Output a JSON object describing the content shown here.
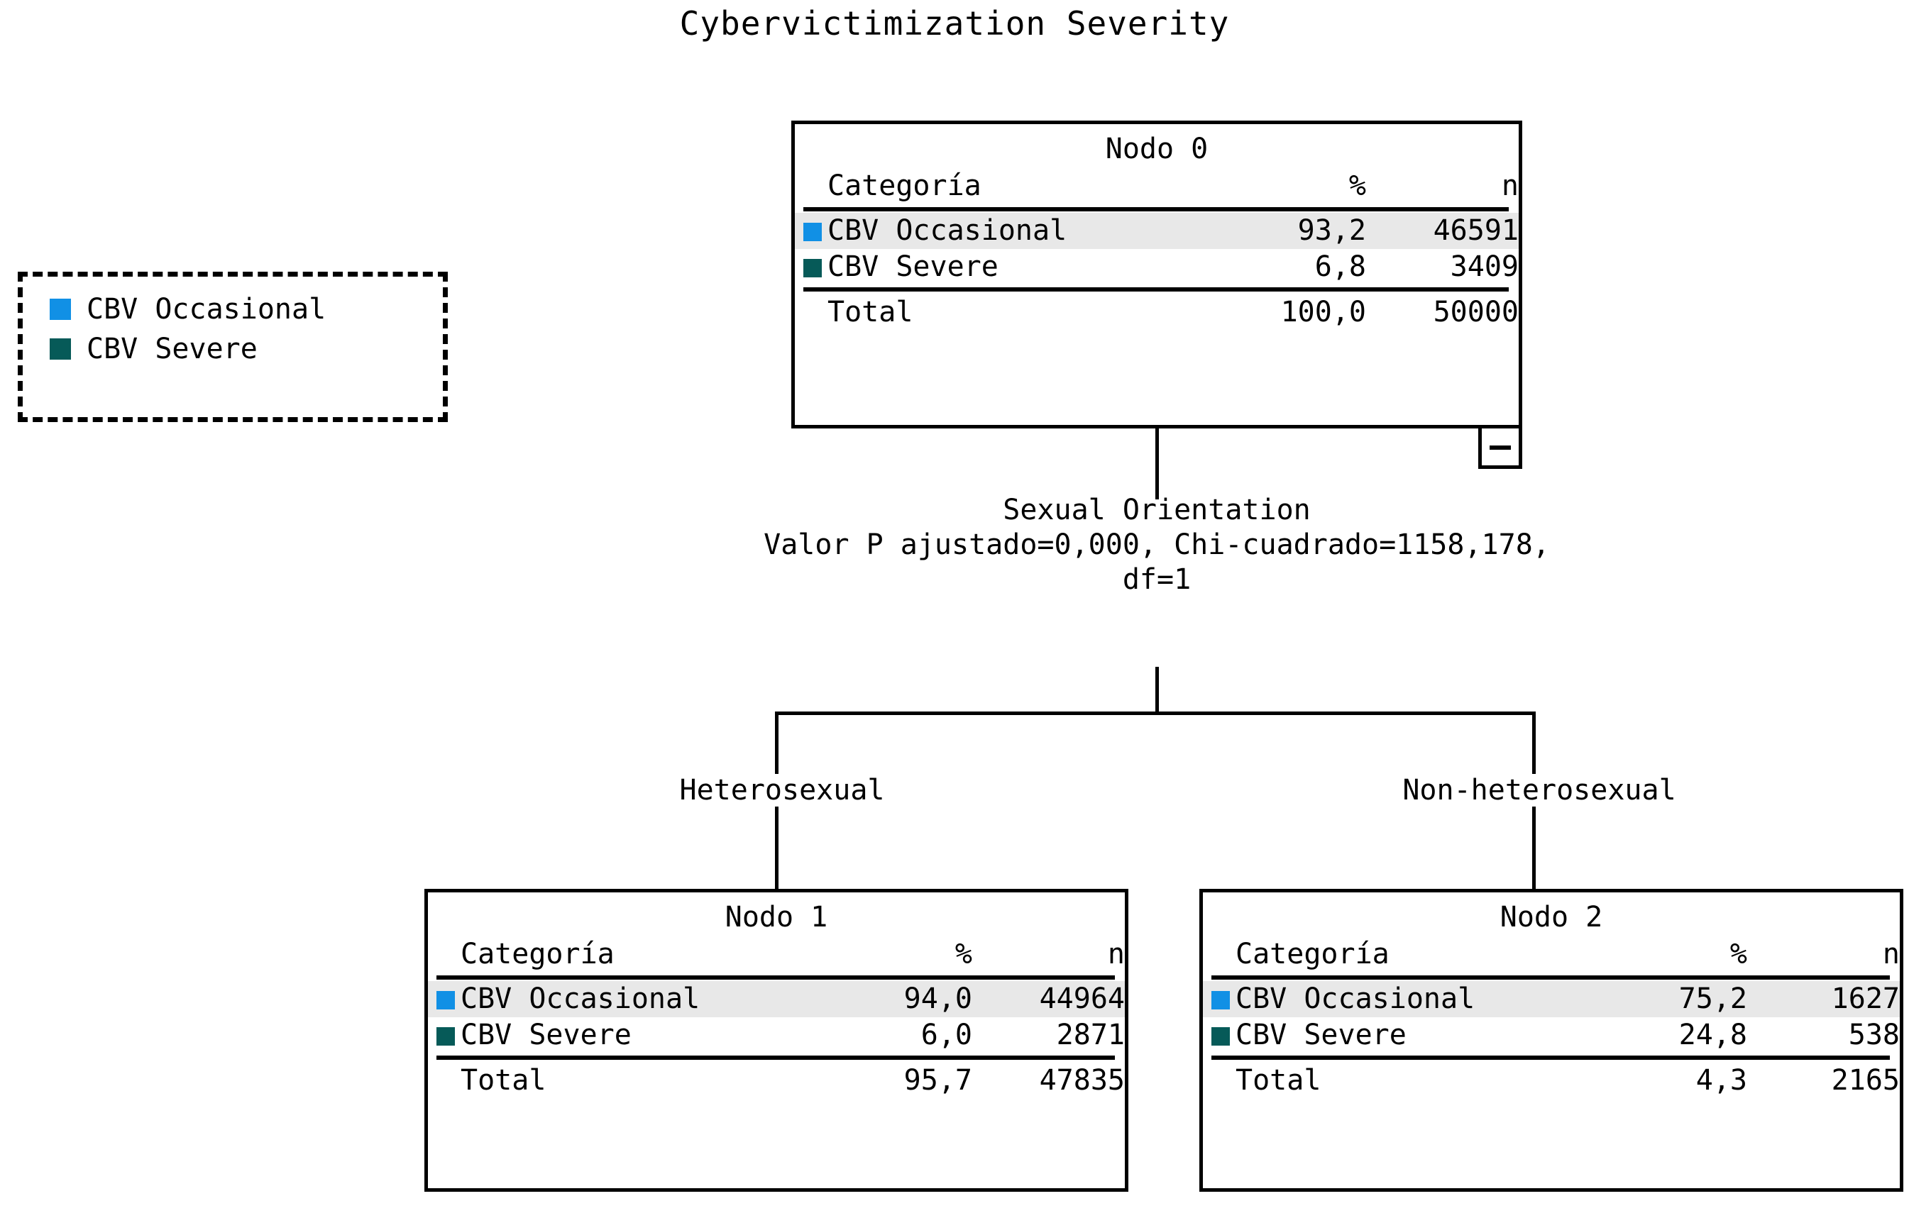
{
  "title": "Cybervictimization Severity",
  "colors": {
    "occasional": "#1190e5",
    "severe": "#065a58",
    "highlight_row": "#e8e8e8",
    "border": "#000000",
    "background": "#ffffff"
  },
  "legend": {
    "items": [
      {
        "label": "CBV Occasional",
        "color": "#1190e5"
      },
      {
        "label": "CBV Severe",
        "color": "#065a58"
      }
    ]
  },
  "table_headers": {
    "category": "Categoría",
    "percent": "%",
    "count": "n"
  },
  "total_label": "Total",
  "collapse_button": {
    "glyph": "−",
    "state": "expanded"
  },
  "split": {
    "variable": "Sexual Orientation",
    "stats_line": "Valor P ajustado=0,000, Chi-cuadrado=1158,178,",
    "df_line": "df=1"
  },
  "branches": [
    {
      "label": "Heterosexual"
    },
    {
      "label": "Non-heterosexual"
    }
  ],
  "nodes": {
    "root": {
      "title": "Nodo 0",
      "rows": [
        {
          "category": "CBV Occasional",
          "percent": "93,2",
          "n": "46591",
          "color": "#1190e5",
          "highlight": true
        },
        {
          "category": "CBV Severe",
          "percent": "6,8",
          "n": "3409",
          "color": "#065a58",
          "highlight": false
        }
      ],
      "total": {
        "label": "Total",
        "percent": "100,0",
        "n": "50000"
      }
    },
    "left": {
      "title": "Nodo 1",
      "rows": [
        {
          "category": "CBV Occasional",
          "percent": "94,0",
          "n": "44964",
          "color": "#1190e5",
          "highlight": true
        },
        {
          "category": "CBV Severe",
          "percent": "6,0",
          "n": "2871",
          "color": "#065a58",
          "highlight": false
        }
      ],
      "total": {
        "label": "Total",
        "percent": "95,7",
        "n": "47835"
      }
    },
    "right": {
      "title": "Nodo 2",
      "rows": [
        {
          "category": "CBV Occasional",
          "percent": "75,2",
          "n": "1627",
          "color": "#1190e5",
          "highlight": true
        },
        {
          "category": "CBV Severe",
          "percent": "24,8",
          "n": "538",
          "color": "#065a58",
          "highlight": false
        }
      ],
      "total": {
        "label": "Total",
        "percent": "4,3",
        "n": "2165"
      }
    }
  },
  "chart_data": {
    "type": "table",
    "title": "Cybervictimization Severity",
    "description": "CHAID decision tree of cybervictimization severity split by sexual orientation",
    "target_categories": [
      "CBV Occasional",
      "CBV Severe"
    ],
    "split_variable": "Sexual Orientation",
    "adjusted_p_value": 0.0,
    "chi_square": 1158.178,
    "df": 1,
    "nodes": [
      {
        "id": "Nodo 0",
        "depth": 0,
        "parent": null,
        "branch_label": null,
        "categories": [
          "CBV Occasional",
          "CBV Severe"
        ],
        "percents": [
          93.2,
          6.8
        ],
        "counts": [
          46591,
          3409
        ],
        "total_percent": 100.0,
        "total_n": 50000
      },
      {
        "id": "Nodo 1",
        "depth": 1,
        "parent": "Nodo 0",
        "branch_label": "Heterosexual",
        "categories": [
          "CBV Occasional",
          "CBV Severe"
        ],
        "percents": [
          94.0,
          6.0
        ],
        "counts": [
          44964,
          2871
        ],
        "total_percent": 95.7,
        "total_n": 47835
      },
      {
        "id": "Nodo 2",
        "depth": 1,
        "parent": "Nodo 0",
        "branch_label": "Non-heterosexual",
        "categories": [
          "CBV Occasional",
          "CBV Severe"
        ],
        "percents": [
          75.2,
          24.8
        ],
        "counts": [
          1627,
          538
        ],
        "total_percent": 4.3,
        "total_n": 2165
      }
    ]
  }
}
